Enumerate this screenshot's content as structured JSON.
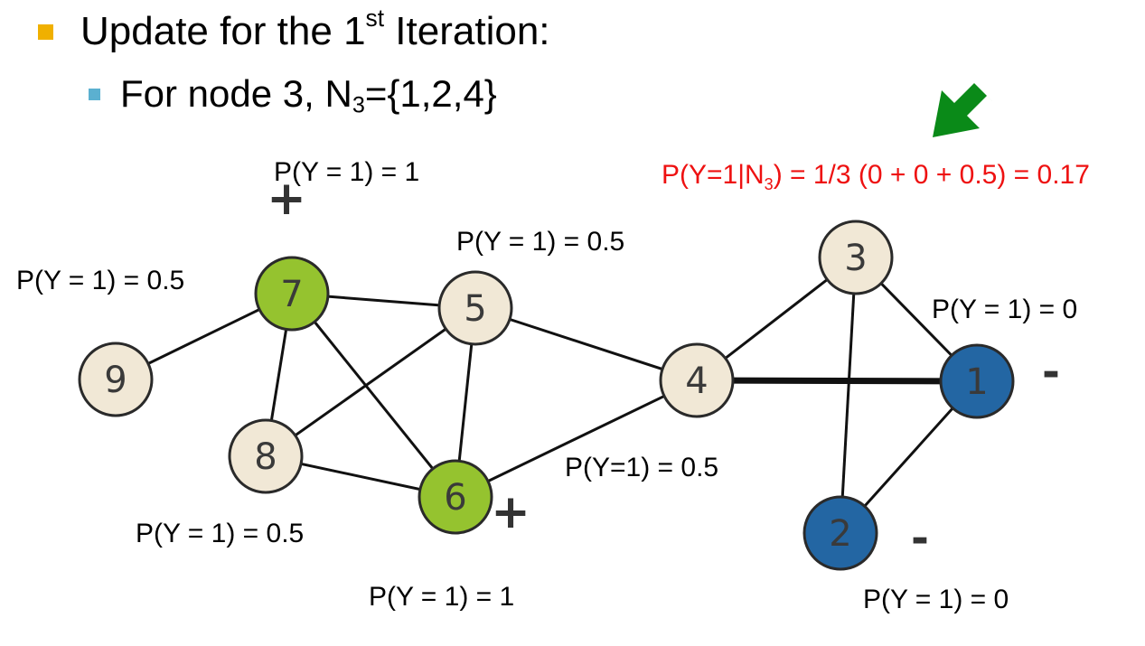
{
  "bullets": {
    "main": {
      "text": "Update for the 1",
      "sup": "st",
      "tail": " Iteration:"
    },
    "sub": {
      "text": "For node 3, N",
      "sub": "3",
      "tail": "={1,2,4}"
    }
  },
  "colors": {
    "unlabeled_fill": "#f1e8d6",
    "positive_fill": "#95c32f",
    "negative_fill": "#2366a3",
    "edge": "#111111",
    "highlight_text": "#ee1111",
    "arrow": "#0a8a18",
    "bullet_primary": "#f0b000",
    "bullet_secondary": "#5bb0d0"
  },
  "graph": {
    "nodes": [
      {
        "id": "1",
        "label": "1",
        "class": "negative",
        "prob": "P(Y = 1) = 0",
        "sign": "-"
      },
      {
        "id": "2",
        "label": "2",
        "class": "negative",
        "prob": "P(Y = 1) = 0",
        "sign": "-"
      },
      {
        "id": "3",
        "label": "3",
        "class": "unlabeled"
      },
      {
        "id": "4",
        "label": "4",
        "class": "unlabeled",
        "prob": "P(Y=1) = 0.5"
      },
      {
        "id": "5",
        "label": "5",
        "class": "unlabeled",
        "prob": "P(Y = 1) = 0.5"
      },
      {
        "id": "6",
        "label": "6",
        "class": "positive",
        "prob": "P(Y = 1) = 1",
        "sign": "+"
      },
      {
        "id": "7",
        "label": "7",
        "class": "positive",
        "prob": "P(Y = 1) = 1",
        "sign": "+"
      },
      {
        "id": "8",
        "label": "8",
        "class": "unlabeled",
        "prob": "P(Y = 1) = 0.5"
      },
      {
        "id": "9",
        "label": "9",
        "class": "unlabeled",
        "prob": "P(Y = 1) = 0.5"
      }
    ],
    "edges": [
      [
        "9",
        "7"
      ],
      [
        "7",
        "5"
      ],
      [
        "7",
        "8"
      ],
      [
        "7",
        "6"
      ],
      [
        "5",
        "8"
      ],
      [
        "5",
        "6"
      ],
      [
        "5",
        "4"
      ],
      [
        "8",
        "6"
      ],
      [
        "6",
        "4"
      ],
      [
        "4",
        "3"
      ],
      [
        "4",
        "1"
      ],
      [
        "3",
        "1"
      ],
      [
        "3",
        "2"
      ],
      [
        "1",
        "2"
      ]
    ],
    "highlight_edge": [
      "4",
      "1"
    ],
    "node3_update": {
      "prefix": "P(Y=1|N",
      "sub": "3",
      "suffix": ") = 1/3 (0 + 0 + 0.5) = 0.17"
    }
  }
}
